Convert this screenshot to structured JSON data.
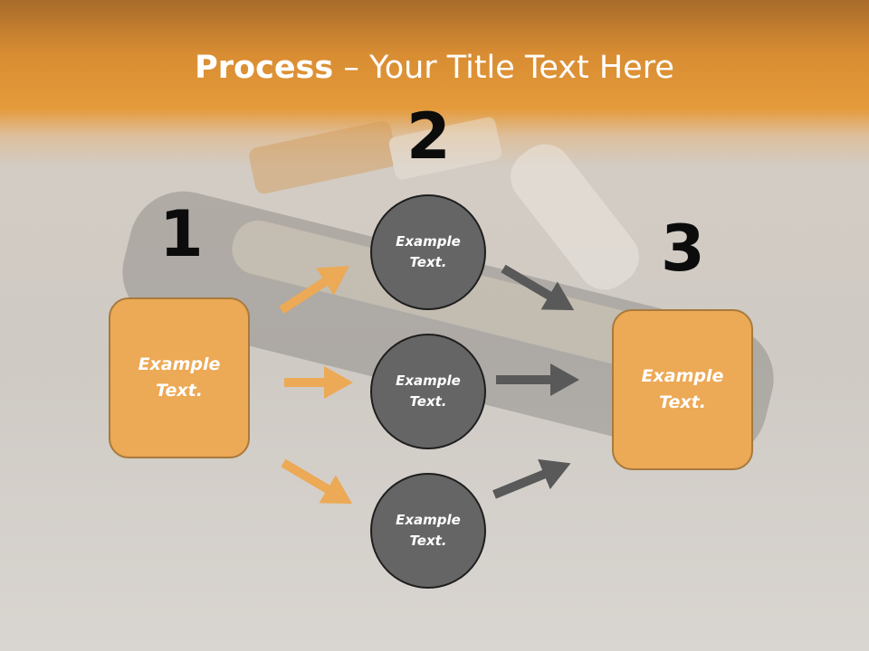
{
  "title": {
    "bold": "Process",
    "rest": " – Your Title Text Here"
  },
  "steps": [
    {
      "number": "1",
      "text": "Example\nText."
    },
    {
      "number": "2",
      "text": ""
    },
    {
      "number": "3",
      "text": "Example\nText."
    }
  ],
  "circles": [
    {
      "text": "Example\nText."
    },
    {
      "text": "Example\nText."
    },
    {
      "text": "Example\nText."
    }
  ],
  "colors": {
    "accent": "#eca956",
    "circle": "#656565",
    "arrow_in": "#eca956",
    "arrow_out": "#595959",
    "header": "#e59a3a"
  }
}
